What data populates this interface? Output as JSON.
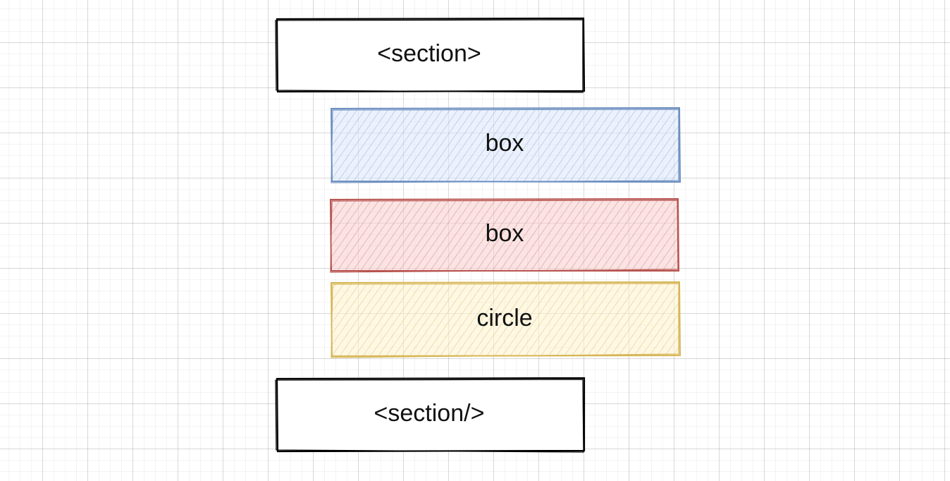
{
  "diagram": {
    "canvas_background": "#ffffff",
    "nodes": [
      {
        "id": "section-open",
        "label": "<section>",
        "stroke": "#000000",
        "fill": "#ffffff",
        "hatched": false
      },
      {
        "id": "box-blue",
        "label": "box",
        "stroke": "#6c8ebf",
        "fill": "#dae8fc",
        "hatched": true
      },
      {
        "id": "box-red",
        "label": "box",
        "stroke": "#b85450",
        "fill": "#f8cecc",
        "hatched": true
      },
      {
        "id": "circle-yellow",
        "label": "circle",
        "stroke": "#d6b656",
        "fill": "#fff2cc",
        "hatched": true
      },
      {
        "id": "section-close",
        "label": "<section/>",
        "stroke": "#000000",
        "fill": "#ffffff",
        "hatched": false
      }
    ]
  }
}
